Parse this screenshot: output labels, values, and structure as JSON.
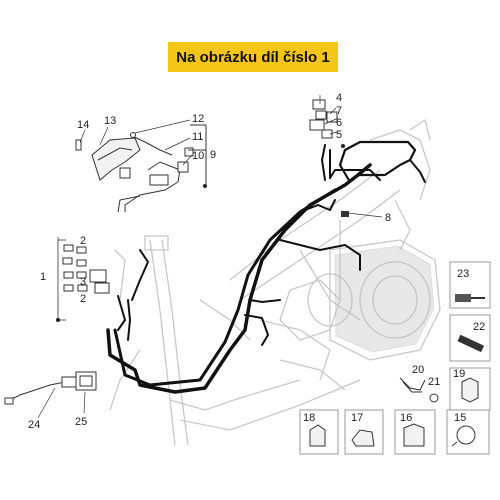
{
  "header": {
    "title": "Na obrázku díl číslo 1"
  },
  "colors": {
    "accent": "#f5c518",
    "harness": "#111111",
    "frame": "#c8c8c8"
  },
  "callouts": {
    "c1": "1",
    "c2a": "2",
    "c2b": "2",
    "c3": "3",
    "c4": "4",
    "c5": "5",
    "c6": "6",
    "c7": "7",
    "c8": "8",
    "c9": "9",
    "c10": "10",
    "c11": "11",
    "c12": "12",
    "c13": "13",
    "c14": "14",
    "c15": "15",
    "c16": "16",
    "c17": "17",
    "c18": "18",
    "c19": "19",
    "c20": "20",
    "c21": "21",
    "c22": "22",
    "c23": "23",
    "c24": "24",
    "c25": "25"
  }
}
